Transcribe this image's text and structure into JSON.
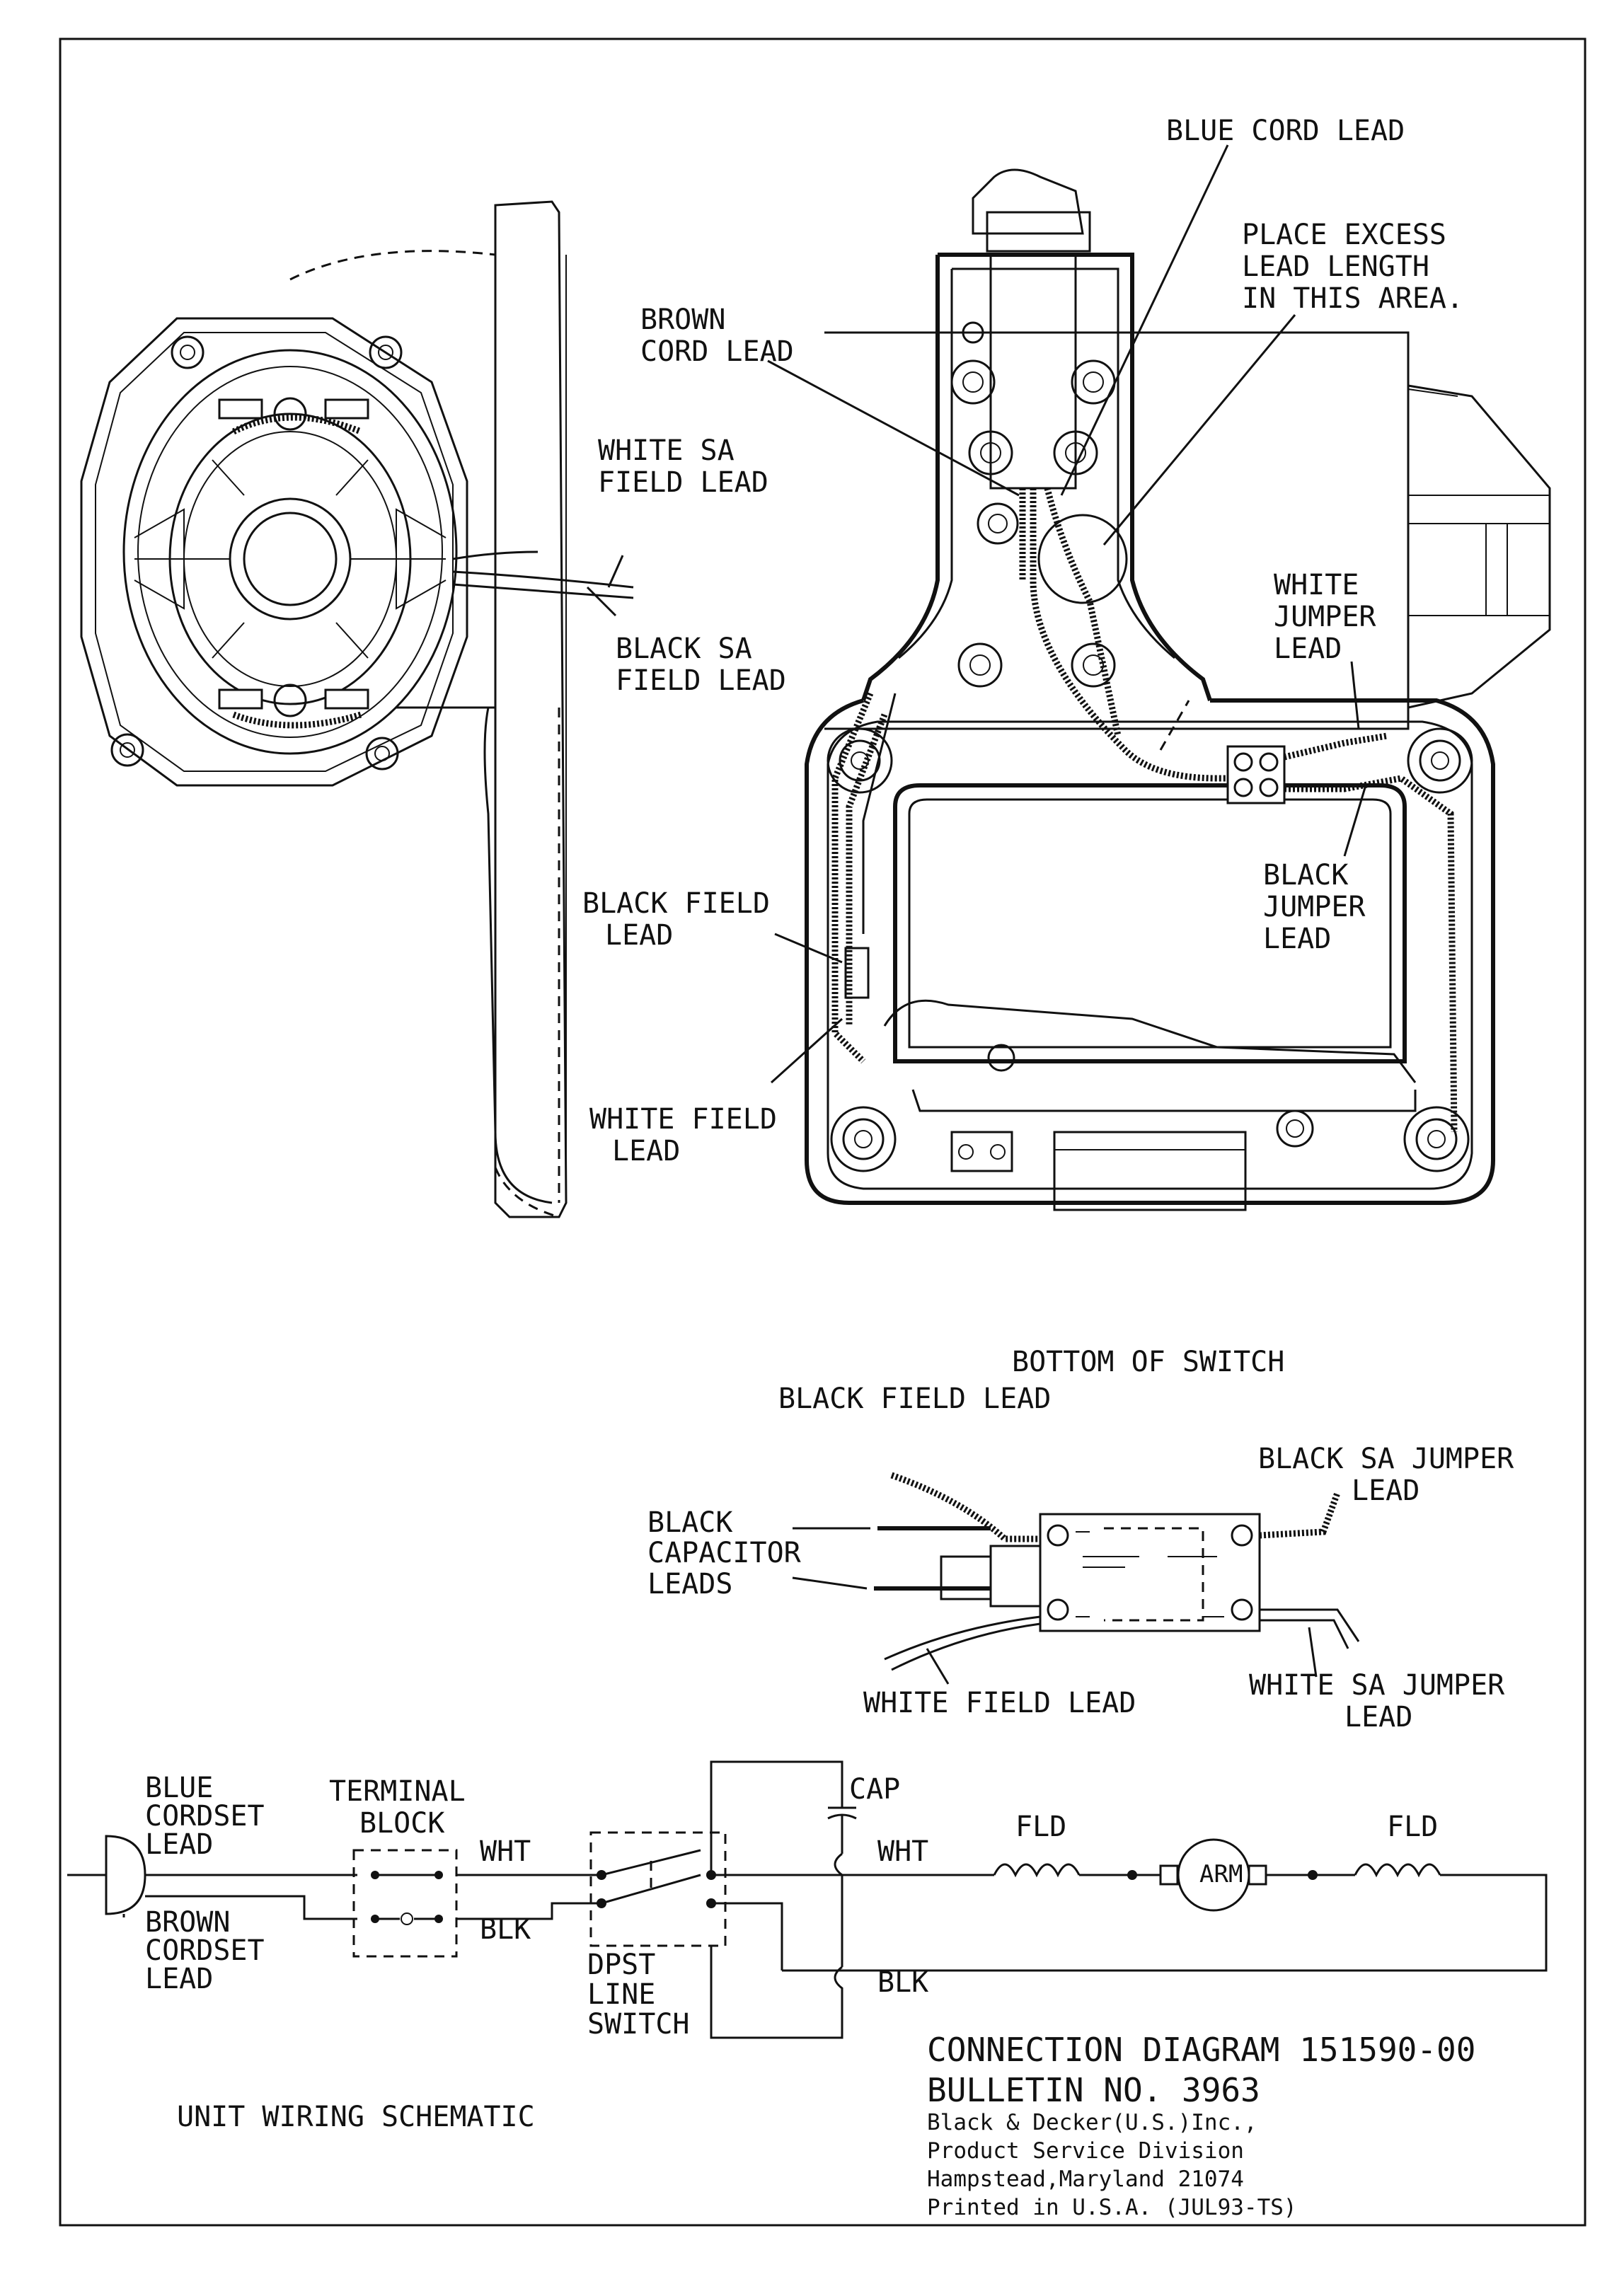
{
  "labels": {
    "blue_cord_lead": "BLUE CORD LEAD",
    "place_excess": [
      "PLACE EXCESS",
      "LEAD LENGTH",
      "IN THIS AREA."
    ],
    "brown_cord_lead": [
      "BROWN",
      "CORD LEAD"
    ],
    "white_sa_field_lead": [
      "WHITE SA",
      "FIELD LEAD"
    ],
    "black_sa_field_lead": [
      "BLACK SA",
      "FIELD LEAD"
    ],
    "white_jumper_lead": [
      "WHITE",
      "JUMPER",
      "LEAD"
    ],
    "black_jumper_lead": [
      "BLACK",
      "JUMPER",
      "LEAD"
    ],
    "black_field_lead": [
      "BLACK FIELD",
      "LEAD"
    ],
    "white_field_lead": [
      "WHITE FIELD",
      "LEAD"
    ]
  },
  "switch_view": {
    "title": "BOTTOM OF SWITCH",
    "black_field_lead": "BLACK FIELD LEAD",
    "black_sa_jumper_lead": [
      "BLACK SA JUMPER",
      "LEAD"
    ],
    "black_capacitor_leads": [
      "BLACK",
      "CAPACITOR",
      "LEADS"
    ],
    "white_field_lead": "WHITE FIELD LEAD",
    "white_sa_jumper_lead": [
      "WHITE SA JUMPER",
      "LEAD"
    ]
  },
  "schematic": {
    "blue_cordset_lead": [
      "BLUE",
      "CORDSET",
      "LEAD"
    ],
    "brown_cordset_lead": [
      "BROWN",
      "CORDSET",
      "LEAD"
    ],
    "terminal_block": [
      "TERMINAL",
      "BLOCK"
    ],
    "wht_1": "WHT",
    "blk_1": "BLK",
    "dpst_line_switch": [
      "DPST",
      "LINE",
      "SWITCH"
    ],
    "cap": "CAP",
    "wht_2": "WHT",
    "blk_2": "BLK",
    "fld_1": "FLD",
    "fld_2": "FLD",
    "arm": "ARM",
    "caption": "UNIT WIRING SCHEMATIC"
  },
  "title_block": {
    "connection_diagram": "CONNECTION DIAGRAM 151590-00",
    "bulletin": "BULLETIN NO. 3963",
    "company": "Black & Decker(U.S.)Inc.,",
    "division": "Product Service Division",
    "address": "Hampstead,Maryland 21074",
    "printed": "Printed in U.S.A.  (JUL93-TS)"
  }
}
